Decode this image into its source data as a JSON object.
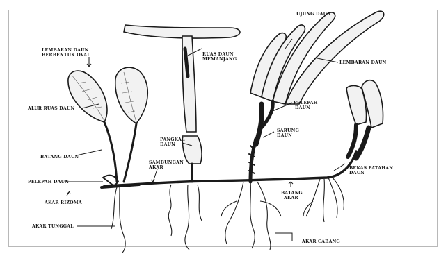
{
  "labels": {
    "ujung_daun": "UJUNG DAUN",
    "lembaran_daun_oval_1": "LEMBARAN DAUN",
    "lembaran_daun_oval_2": "BERBENTUK OVAL",
    "ruas_daun_1": "RUAS DAUN",
    "ruas_daun_2": "MEMANJANG",
    "lembaran_daun": "LEMBARAN DAUN",
    "pelepah_daun_top_1": "PELEPAH",
    "pelepah_daun_top_2": "DAUN",
    "alur_ruas_daun": "ALUR RUAS DAUN",
    "pangkal_daun_1": "PANGKAL",
    "pangkal_daun_2": "DAUN",
    "sarung_daun_1": "SARUNG",
    "sarung_daun_2": "DAUN",
    "batang_daun": "BATANG DAUN",
    "sambungan_akar_1": "SAMBUNGAN",
    "sambungan_akar_2": "AKAR",
    "bekas_patahan_1": "BEKAS PATAHAN",
    "bekas_patahan_2": "DAUN",
    "pelepah_daun_left": "PELEPAH DAUN",
    "batang_akar_1": "BATANG",
    "batang_akar_2": "AKAR",
    "akar_rizoma": "AKAR RIZOMA",
    "akar_tunggal": "AKAR TUNGGAL",
    "akar_cabang": "AKAR CABANG"
  }
}
